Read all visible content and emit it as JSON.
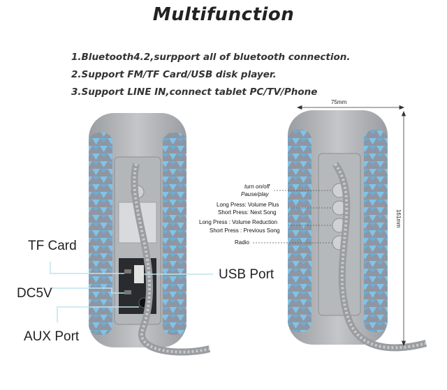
{
  "title": "Multifunction",
  "features": [
    "1.Bluetooth4.2,surpport all of bluetooth connection.",
    "2.Support FM/TF Card/USB disk player.",
    "3.Support LINE IN,connect tablet PC/TV/Phone"
  ],
  "left_labels": {
    "tf_card": "TF Card",
    "dc5v": "DC5V",
    "aux_port": "AUX Port",
    "usb_port": "USB Port"
  },
  "right_labels": {
    "turn_on_off": "turn on/off",
    "pause_play": "Pause/play",
    "long_press_volume_plus": "Long Press: Volume Plus",
    "short_press_next_song": "Short Press: Next Song",
    "long_press_volume_reduction": "Long Press : Volume Reduction",
    "short_press_previous_song": "Short Press : Previous Song",
    "radio": "Radio"
  },
  "dimensions": {
    "width": "75mm",
    "height": "161mm"
  },
  "colors": {
    "body_gray": "#a9abae",
    "fabric_blue": "#7cc3e8",
    "fabric_gray": "#8e95a0",
    "accent_line": "#bfe3ef"
  }
}
